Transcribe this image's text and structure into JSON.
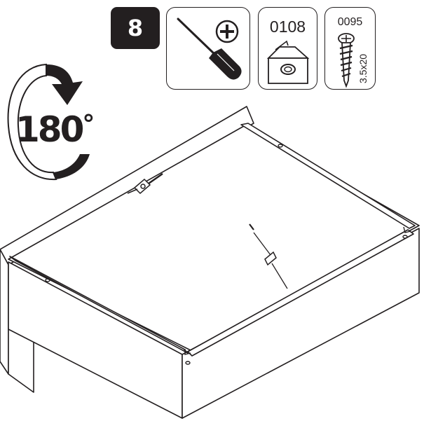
{
  "step": {
    "number": "8"
  },
  "tool": {
    "icon": "phillips-screwdriver-icon",
    "tip_icon": "phillips-plus-icon"
  },
  "parts": [
    {
      "code": "0108",
      "icon": "corner-bracket-icon"
    },
    {
      "code": "0095",
      "size": "3.5x20",
      "icon": "wood-screw-icon"
    }
  ],
  "rotation": {
    "label": "180",
    "degree_symbol": "°",
    "icon": "rotate-arrow-icon"
  },
  "drawing": {
    "icon": "drawer-box-assembly-illustration"
  }
}
